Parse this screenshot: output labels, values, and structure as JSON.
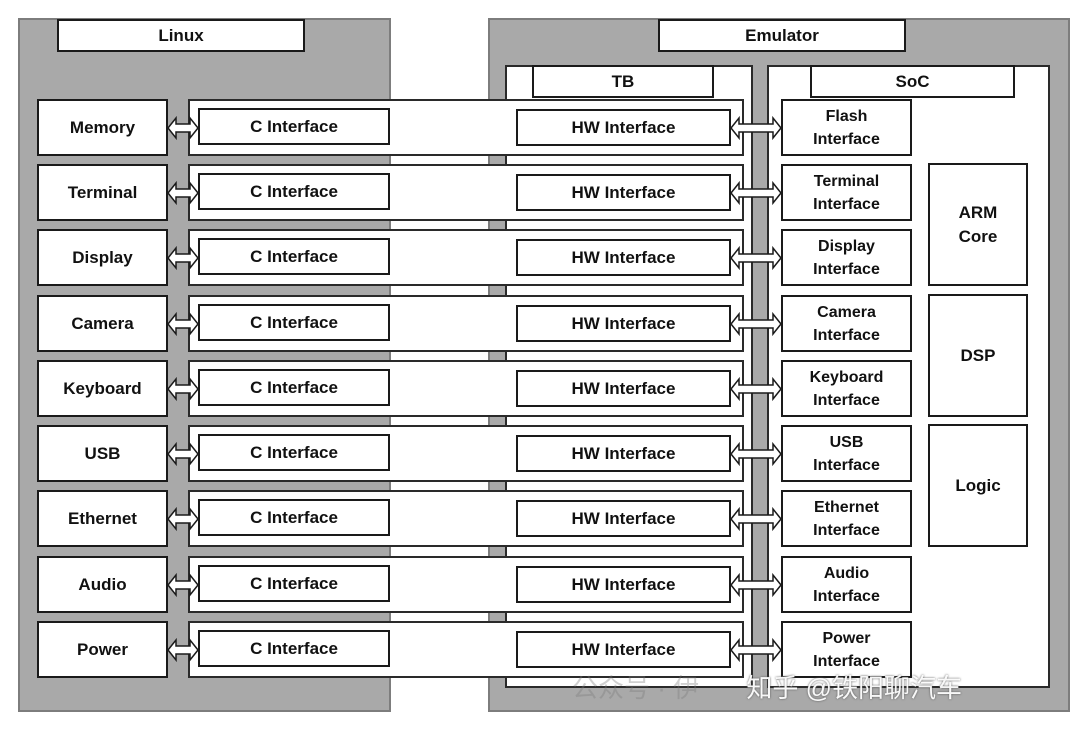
{
  "linux": {
    "title": "Linux",
    "devices": [
      "Memory",
      "Terminal",
      "Display",
      "Camera",
      "Keyboard",
      "USB",
      "Ethernet",
      "Audio",
      "Power"
    ],
    "c_interface_label": "C Interface"
  },
  "emulator": {
    "title": "Emulator",
    "tb": {
      "title": "TB",
      "hw_interface_label": "HW Interface"
    },
    "soc": {
      "title": "SoC",
      "interfaces": [
        "Flash\nInterface",
        "Terminal\nInterface",
        "Display\nInterface",
        "Camera\nInterface",
        "Keyboard\nInterface",
        "USB\nInterface",
        "Ethernet\nInterface",
        "Audio\nInterface",
        "Power\nInterface"
      ],
      "blocks": [
        "ARM\nCore",
        "DSP",
        "Logic"
      ]
    }
  },
  "watermark": {
    "left_text": "公众号 · 伊",
    "right_text": "知乎 @铁阳聊汽车"
  },
  "colors": {
    "panel_fill": "#a9a9a9",
    "box_fill": "#ffffff",
    "border": "#1a1a1a"
  }
}
